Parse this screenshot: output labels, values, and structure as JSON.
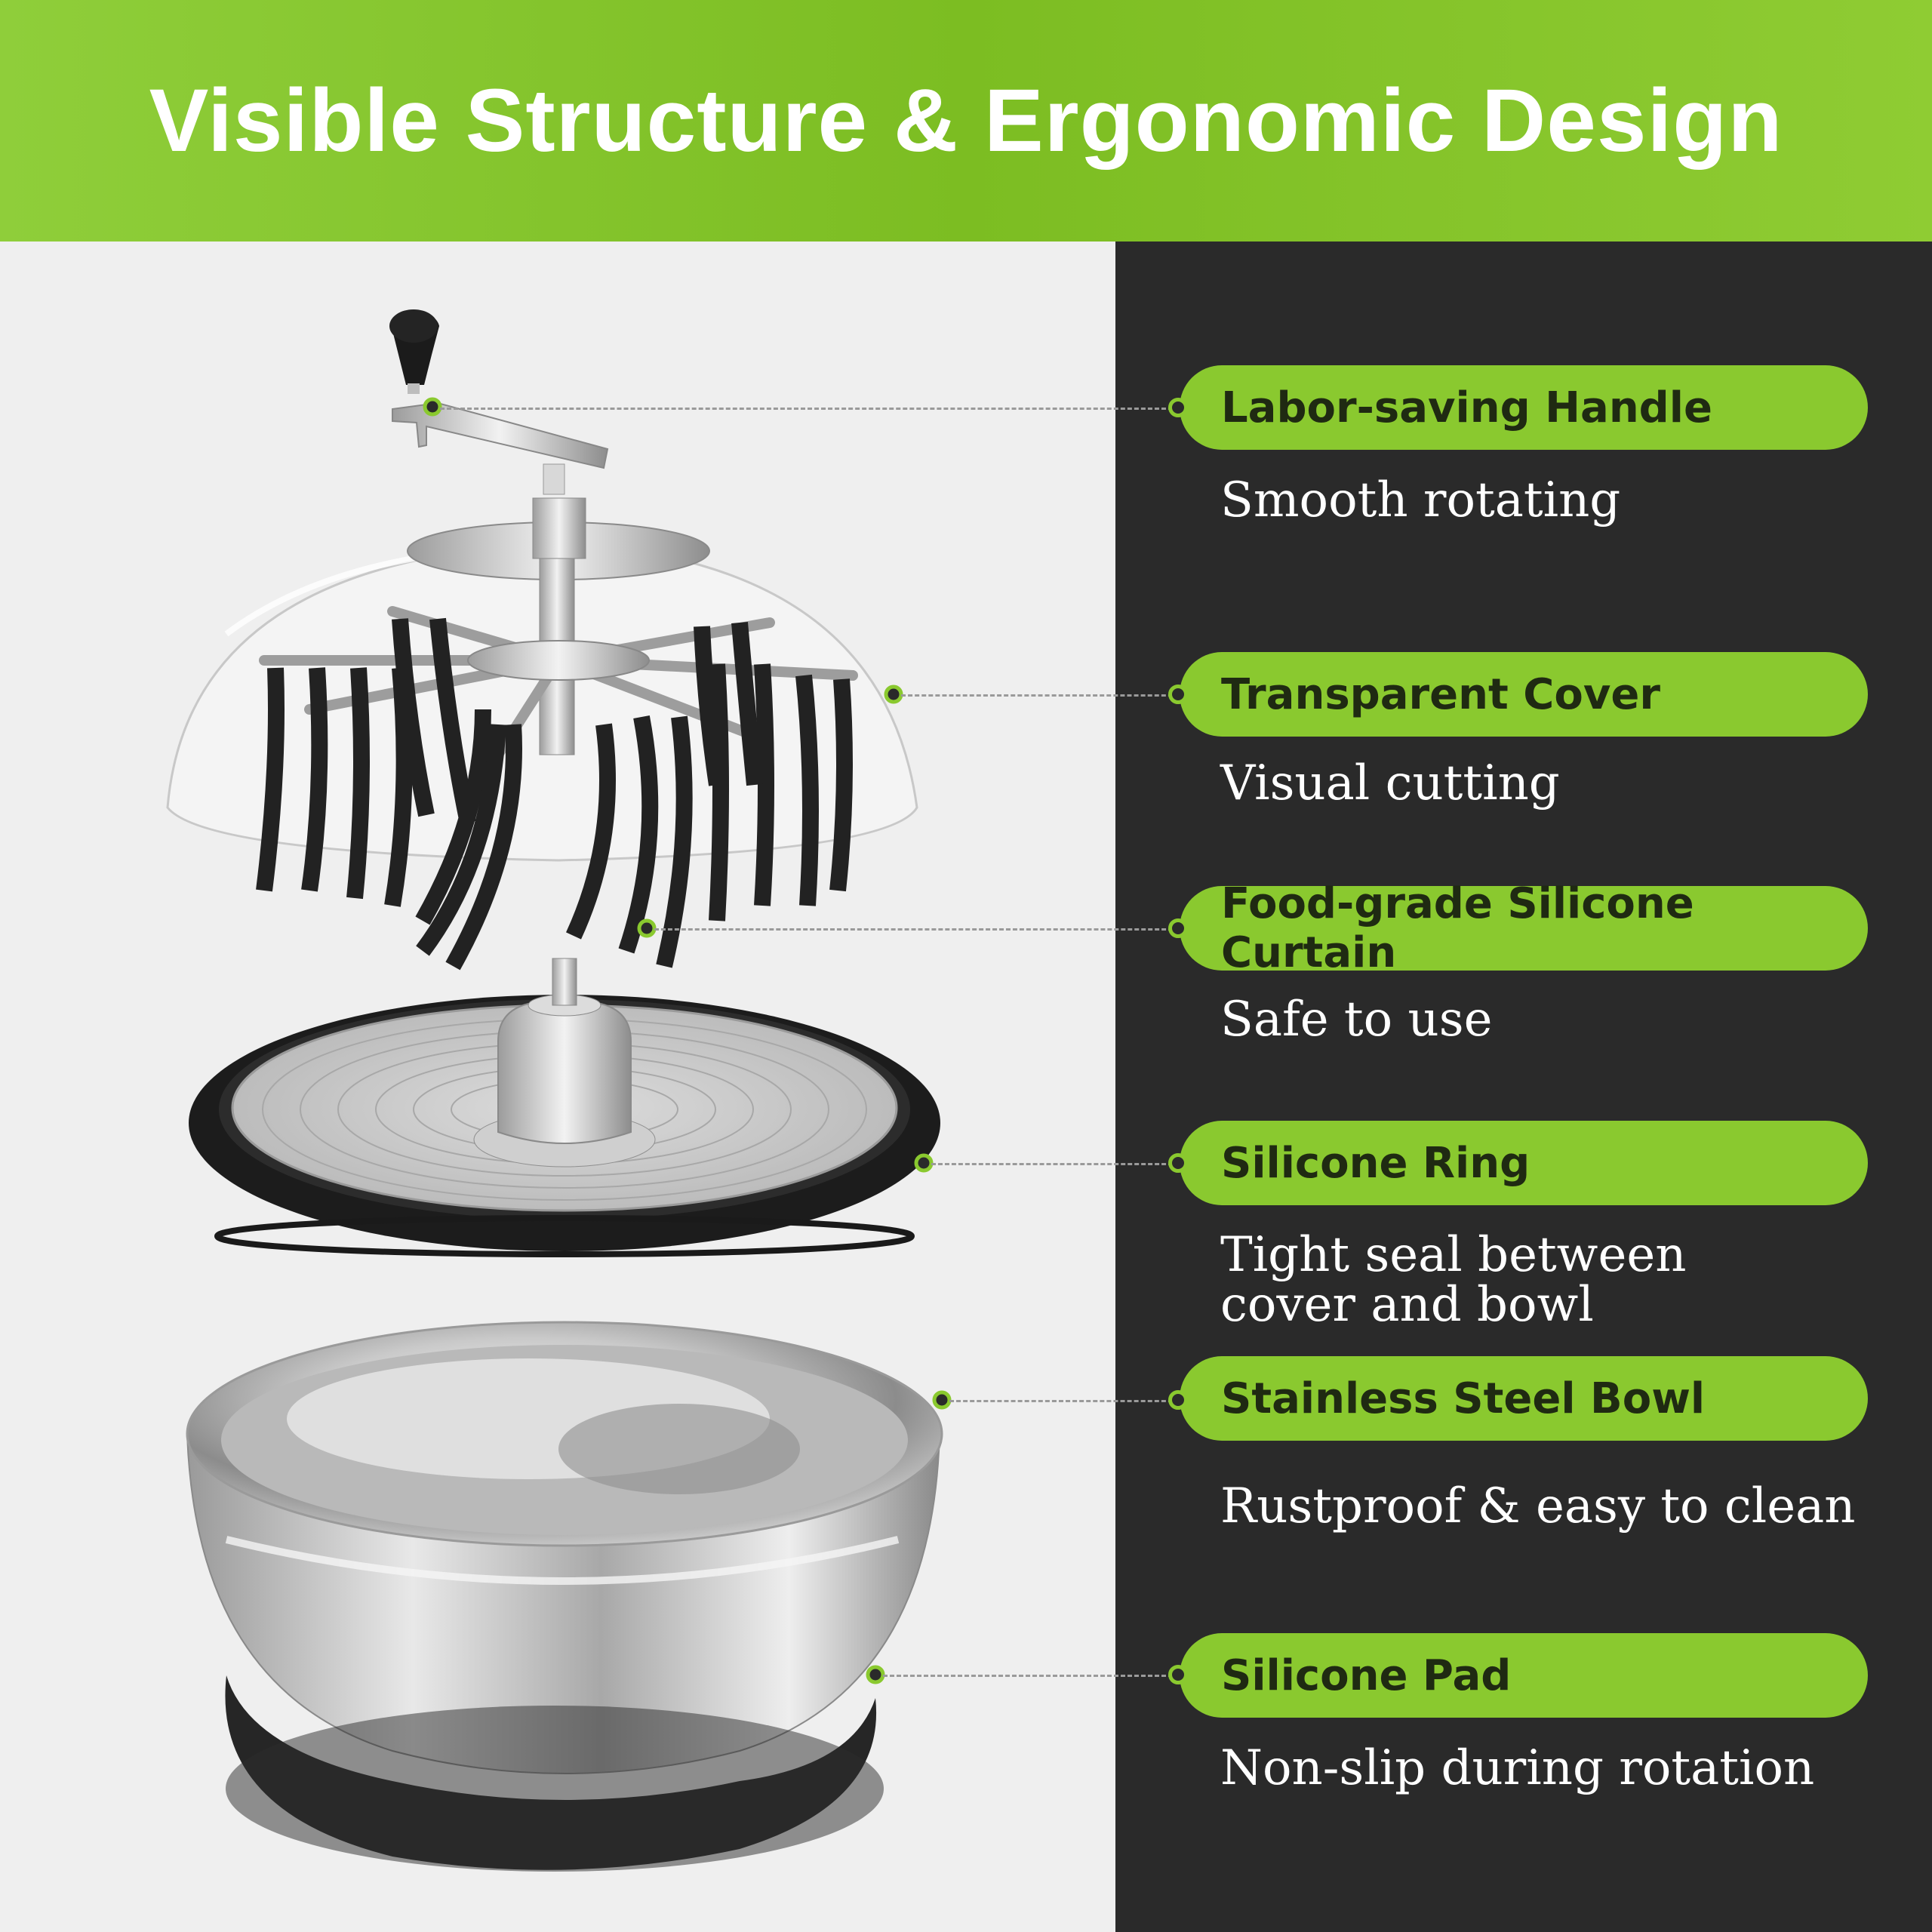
{
  "title": "Visible Structure & Ergonomic Design",
  "colors": {
    "accent": "#8ac92f",
    "dark_panel": "#2a2a2a",
    "light_panel": "#efefef"
  },
  "features": [
    {
      "label": "Labor-saving Handle",
      "description": "Smooth rotating"
    },
    {
      "label": "Transparent Cover",
      "description": "Visual cutting"
    },
    {
      "label": "Food-grade Silicone Curtain",
      "description": "Safe to use"
    },
    {
      "label": "Silicone Ring",
      "description": "Tight seal between cover and bowl"
    },
    {
      "label": "Stainless Steel Bowl",
      "description": "Rustproof & easy to clean"
    },
    {
      "label": "Silicone Pad",
      "description": "Non-slip during rotation"
    }
  ]
}
